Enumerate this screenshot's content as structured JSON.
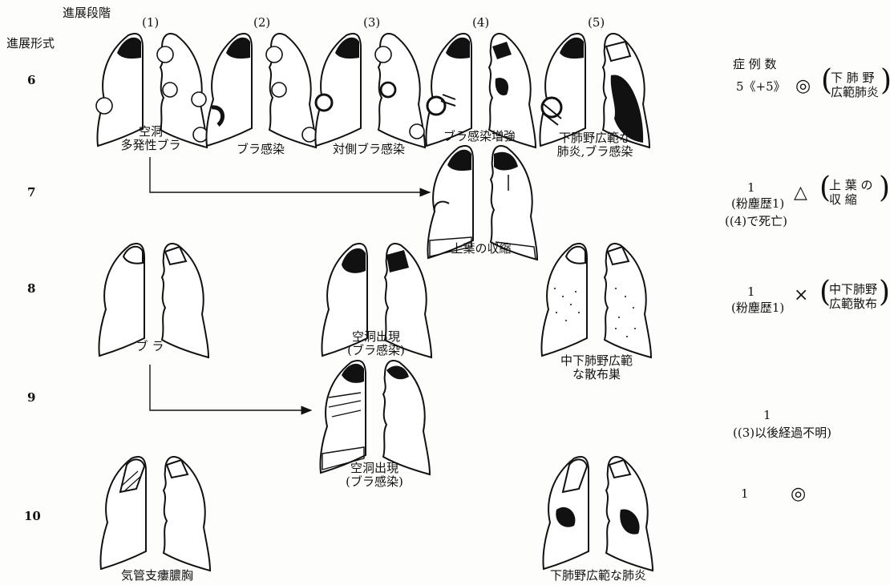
{
  "header": {
    "stage_label": "進展段階",
    "form_label": "進展形式",
    "stages": [
      "(1)",
      "(2)",
      "(3)",
      "(4)",
      "(5)"
    ],
    "count_label": "症 例 数"
  },
  "rows": [
    {
      "num": "6",
      "captions": {
        "s1": [
          "空洞",
          "多発性ブラ"
        ],
        "s2": [
          "ブラ感染"
        ],
        "s3": [
          "対側ブラ感染"
        ],
        "s4": [
          "ブラ感染増強"
        ],
        "s5": [
          "下肺野広範な",
          "肺炎,ブラ感染"
        ]
      },
      "count": "5《+5》",
      "symbol": "◎",
      "note": [
        "下 肺 野",
        "広範肺炎"
      ]
    },
    {
      "num": "7",
      "captions": {
        "s4": [
          "上葉の収縮"
        ]
      },
      "count": "1",
      "sub": [
        "(粉塵歴1)",
        "((4)で死亡)"
      ],
      "symbol": "△",
      "note": [
        "上 葉 の",
        "収    縮"
      ]
    },
    {
      "num": "8",
      "captions": {
        "s1": [
          "ブ  ラ"
        ],
        "s3": [
          "空洞出現",
          "(ブラ感染)"
        ],
        "s5": [
          "中下肺野広範",
          "な散布巣"
        ]
      },
      "count": "1",
      "sub": [
        "(粉塵歴1)"
      ],
      "symbol": "×",
      "note": [
        "中下肺野",
        "広範散布"
      ]
    },
    {
      "num": "9",
      "captions": {
        "s3": [
          "空洞出現",
          "(ブラ感染)"
        ]
      },
      "count": "1",
      "sub": [
        "((3)以後経過不明)"
      ]
    },
    {
      "num": "10",
      "captions": {
        "s1": [
          "気管支瘻膿胸"
        ],
        "s5": [
          "下肺野広範な肺炎"
        ]
      },
      "count": "1",
      "symbol": "◎"
    }
  ]
}
